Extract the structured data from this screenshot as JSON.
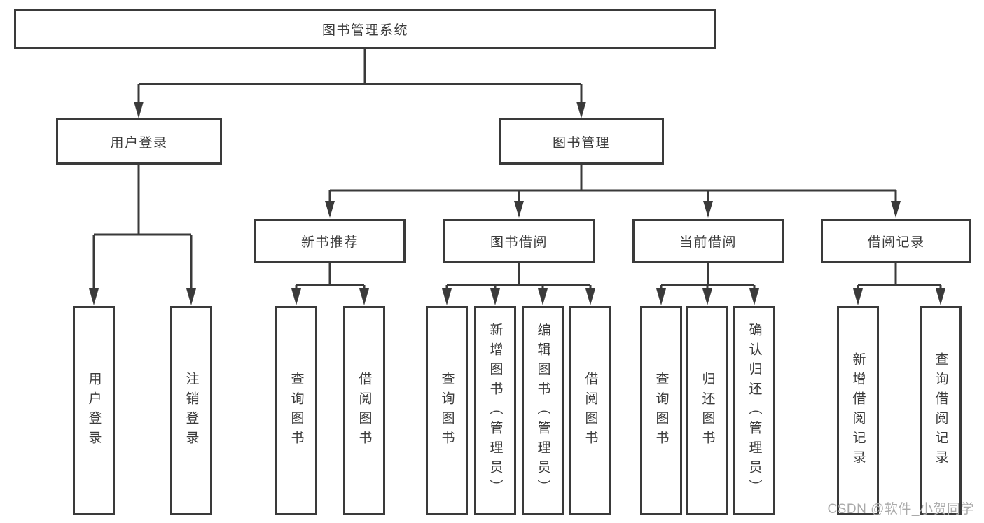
{
  "diagram": {
    "title": "图书管理系统",
    "nodes": {
      "root": "图书管理系统",
      "user_login": "用户登录",
      "book_management": "图书管理",
      "new_book_recommend": "新书推荐",
      "book_borrow": "图书借阅",
      "current_borrow": "当前借阅",
      "borrow_records": "借阅记录"
    },
    "leaves": {
      "user_login": [
        "用户登录",
        "注销登录"
      ],
      "new_book_recommend": [
        "查询图书",
        "借阅图书"
      ],
      "book_borrow": [
        "查询图书",
        "新增图书（管理员）",
        "编辑图书（管理员）",
        "借阅图书"
      ],
      "current_borrow": [
        "查询图书",
        "归还图书",
        "确认归还（管理员）"
      ],
      "borrow_records": [
        "新增借阅记录",
        "查询借阅记录"
      ]
    }
  },
  "watermark": "CSDN @软件_小贺同学",
  "colors": {
    "line": "#3a3a3a",
    "text": "#3a3a3a",
    "box_border": "#3a3a3a",
    "background": "#ffffff",
    "watermark": "#aaaaaa"
  }
}
